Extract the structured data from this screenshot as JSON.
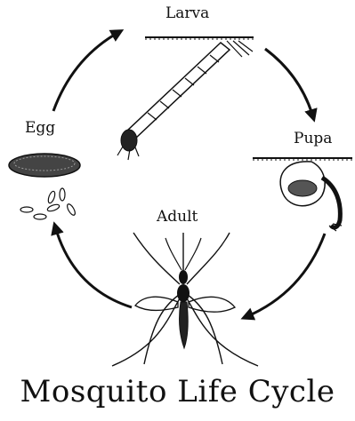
{
  "title": "Mosquito Life Cycle",
  "stages": {
    "larva": "Larva",
    "egg": "Egg",
    "pupa": "Pupa",
    "adult": "Adult"
  },
  "colors": {
    "ink": "#111111",
    "background": "#ffffff"
  },
  "icons": [
    "egg-raft-icon",
    "larva-icon",
    "pupa-icon",
    "adult-mosquito-icon",
    "cycle-arrow-icon"
  ]
}
